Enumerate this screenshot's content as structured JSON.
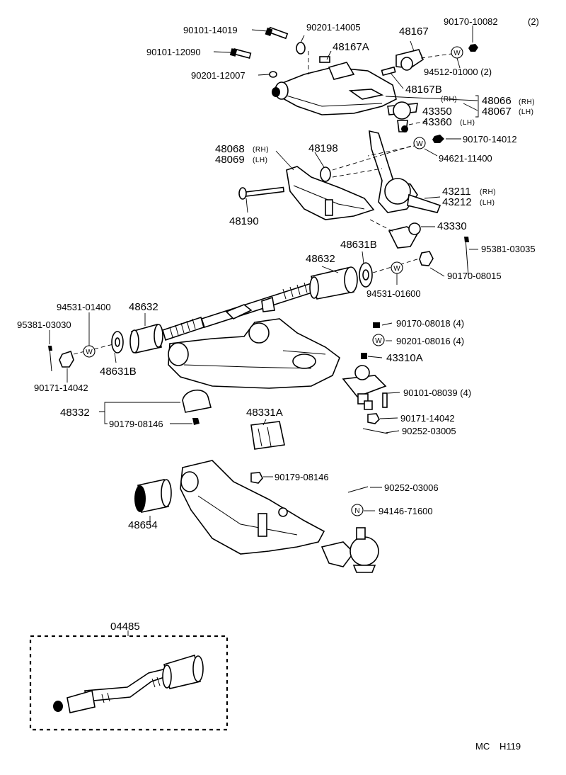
{
  "labels": {
    "p90101_14019": "90101-14019",
    "p90201_14005": "90201-14005",
    "p48167": "48167",
    "p90170_10082": "90170-10082",
    "p90170_10082_qty": "(2)",
    "p90101_12090": "90101-12090",
    "p48167A": "48167A",
    "p94512_01000": "94512-01000 (2)",
    "p90201_12007": "90201-12007",
    "p48167B": "48167B",
    "rh_small": "(RH)",
    "p48066": "48066",
    "p48066_side": "(RH)",
    "p48067": "48067",
    "p48067_side": "(LH)",
    "p43350": "43350",
    "p43360": "43360",
    "p43360_side": "(LH)",
    "p90170_14012": "90170-14012",
    "p48068": "48068",
    "p48068_side": "(RH)",
    "p48069": "48069",
    "p48069_side": "(LH)",
    "p48198": "48198",
    "p94621_11400": "94621-11400",
    "p43211": "43211",
    "p43211_side": "(RH)",
    "p43212": "43212",
    "p43212_side": "(LH)",
    "p48190": "48190",
    "p43330": "43330",
    "p48632_top": "48632",
    "p48631B_top": "48631B",
    "p95381_03035": "95381-03035",
    "p90170_08015": "90170-08015",
    "p94531_01600": "94531-01600",
    "p94531_01400": "94531-01400",
    "p48632_left": "48632",
    "p95381_03030": "95381-03030",
    "p90170_08018": "90170-08018 (4)",
    "p90201_08016": "90201-08016 (4)",
    "p43310A": "43310A",
    "p48631B_left": "48631B",
    "p90171_14042_left": "90171-14042",
    "p90101_08039": "90101-08039 (4)",
    "p48332": "48332",
    "p90179_08146_a": "90179-08146",
    "p90171_14042_right": "90171-14042",
    "p90252_03005": "90252-03005",
    "p48331A": "48331A",
    "p90179_08146_b": "90179-08146",
    "p90252_03006": "90252-03006",
    "p94146_71600": "94146-71600",
    "p48654": "48654",
    "p04485": "04485",
    "code_mc": "MC",
    "code_h119": "H119"
  },
  "symbols": {
    "washer": "W",
    "nut_n": "N"
  }
}
